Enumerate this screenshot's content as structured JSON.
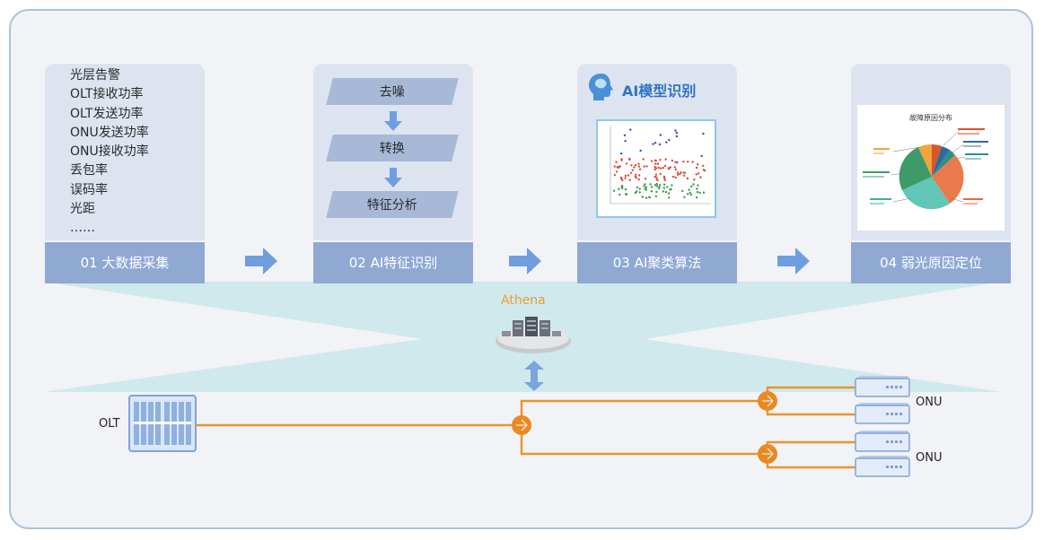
{
  "steps": [
    {
      "label": "01 大数据采集"
    },
    {
      "label": "02 AI特征识别"
    },
    {
      "label": "03 AI聚类算法"
    },
    {
      "label": "04 弱光原因定位"
    }
  ],
  "metrics": [
    "光层告警",
    "OLT接收功率",
    "OLT发送功率",
    "ONU发送功率",
    "ONU接收功率",
    "丢包率",
    "误码率",
    "光距",
    "……"
  ],
  "feature_steps": [
    "去噪",
    "转换",
    "特征分析"
  ],
  "ai_model_title": "AI模型识别",
  "pie_title": "故障原因分布",
  "network": {
    "center_label": "Athena",
    "olt_label": "OLT",
    "onu_labels": [
      "ONU",
      "ONU"
    ]
  },
  "colors": {
    "card_bg": "#dde4f0",
    "label_bg": "#8fa9d3",
    "arrow": "#6f9ee0",
    "fiber": "#e8952a",
    "splitter": "#e88a22",
    "beam": "#cfe9ec",
    "scatter_red": "#d94b3b",
    "scatter_green": "#3c9a46",
    "scatter_blue": "#3a4fa8"
  },
  "icons": [
    "brain-head-icon",
    "server-rack-icon",
    "olt-device-icon",
    "onu-device-icon",
    "splitter-icon",
    "flow-arrow-icon",
    "down-arrow-icon"
  ]
}
